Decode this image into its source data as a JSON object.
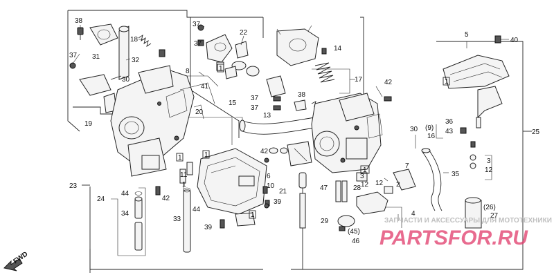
{
  "diagram": {
    "fwd_label": "FWD",
    "watermark": {
      "text": "ЗАПЧАСТИ И АКСЕССУАРЫ ДЛЯ МОТОТЕХНИКИ",
      "logo_text": "PARTSFOR.RU"
    },
    "callouts": [
      {
        "id": "c38a",
        "text": "38"
      },
      {
        "id": "c37a",
        "text": "37"
      },
      {
        "id": "c31",
        "text": "31"
      },
      {
        "id": "c18",
        "text": "18"
      },
      {
        "id": "c32",
        "text": "32"
      },
      {
        "id": "c30",
        "text": "30"
      },
      {
        "id": "c19",
        "text": "19"
      },
      {
        "id": "c37b",
        "text": "37"
      },
      {
        "id": "c37c",
        "text": "37"
      },
      {
        "id": "c22",
        "text": "22"
      },
      {
        "id": "c8",
        "text": "8"
      },
      {
        "id": "c41",
        "text": "41"
      },
      {
        "id": "c15",
        "text": "15"
      },
      {
        "id": "c20",
        "text": "20"
      },
      {
        "id": "c13",
        "text": "13"
      },
      {
        "id": "c37d",
        "text": "37"
      },
      {
        "id": "c37e",
        "text": "37"
      },
      {
        "id": "c38b",
        "text": "38"
      },
      {
        "id": "c14",
        "text": "14"
      },
      {
        "id": "c17",
        "text": "17"
      },
      {
        "id": "c42a",
        "text": "42"
      },
      {
        "id": "c5",
        "text": "5"
      },
      {
        "id": "c40",
        "text": "40"
      },
      {
        "id": "c30b",
        "text": "30"
      },
      {
        "id": "c9",
        "text": "(9)"
      },
      {
        "id": "c16",
        "text": "16"
      },
      {
        "id": "c36",
        "text": "36"
      },
      {
        "id": "c43",
        "text": "43"
      },
      {
        "id": "c25",
        "text": "25"
      },
      {
        "id": "c23",
        "text": "23"
      },
      {
        "id": "c24",
        "text": "24"
      },
      {
        "id": "c44a",
        "text": "44"
      },
      {
        "id": "c34",
        "text": "34"
      },
      {
        "id": "c42b",
        "text": "42"
      },
      {
        "id": "c11",
        "text": "11"
      },
      {
        "id": "c44b",
        "text": "44"
      },
      {
        "id": "c33",
        "text": "33"
      },
      {
        "id": "c39a",
        "text": "39"
      },
      {
        "id": "c6",
        "text": "6"
      },
      {
        "id": "c10",
        "text": "10"
      },
      {
        "id": "c21",
        "text": "21"
      },
      {
        "id": "c39b",
        "text": "39"
      },
      {
        "id": "c42c",
        "text": "42"
      },
      {
        "id": "c7",
        "text": "7"
      },
      {
        "id": "c2",
        "text": "2"
      },
      {
        "id": "c35",
        "text": "35"
      },
      {
        "id": "c3",
        "text": "3"
      },
      {
        "id": "c12a",
        "text": "12"
      },
      {
        "id": "c47",
        "text": "47"
      },
      {
        "id": "c28",
        "text": "28"
      },
      {
        "id": "c12b",
        "text": "12"
      },
      {
        "id": "c4",
        "text": "4"
      },
      {
        "id": "c29",
        "text": "29"
      },
      {
        "id": "c45",
        "text": "(45)"
      },
      {
        "id": "c46",
        "text": "46"
      },
      {
        "id": "c26",
        "text": "(26)"
      },
      {
        "id": "c27",
        "text": "27"
      },
      {
        "id": "c1a",
        "text": "1"
      },
      {
        "id": "c1b",
        "text": "1"
      },
      {
        "id": "c1c",
        "text": "1"
      },
      {
        "id": "c1d",
        "text": "1"
      },
      {
        "id": "c1e",
        "text": "1"
      },
      {
        "id": "c1f",
        "text": "1"
      },
      {
        "id": "c1g",
        "text": "1"
      },
      {
        "id": "c3b",
        "text": "3"
      },
      {
        "id": "c12c",
        "text": "12"
      }
    ]
  }
}
